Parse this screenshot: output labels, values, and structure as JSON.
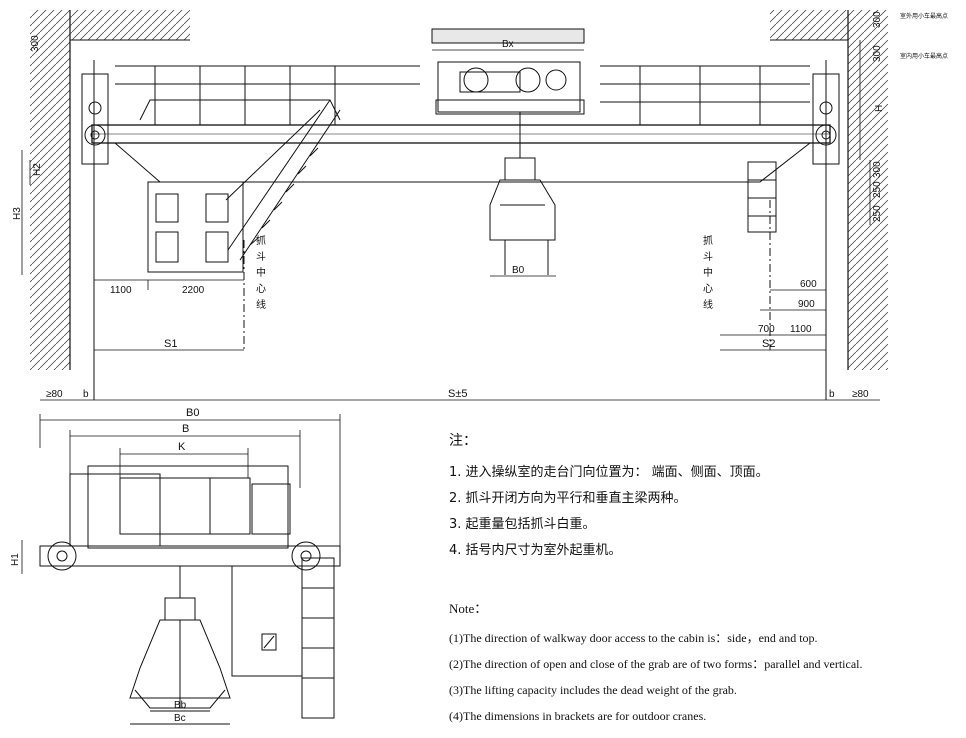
{
  "top_view": {
    "dims": {
      "bx": "Bx",
      "b0": "B0",
      "s1": "S1",
      "s2": "S2",
      "s_total": "S±5",
      "b_left": "b",
      "b_right": "b",
      "gt80_left": "≥80",
      "gt80_right": "≥80",
      "h2": "H2",
      "h3": "H3",
      "h": "H",
      "d1100_left": "1100",
      "d2200": "2200",
      "d700": "700",
      "d1100_right": "1100",
      "d900": "900",
      "d600": "600",
      "d300_top_left": "300",
      "d300_right_a": "300",
      "d300_right_b": "300",
      "d300_right_c": "300",
      "d250_a": "250",
      "d250_b": "250"
    },
    "grab_center_left": [
      "抓",
      "斗",
      "中",
      "心",
      "线"
    ],
    "grab_center_right": [
      "抓",
      "斗",
      "中",
      "心",
      "线"
    ],
    "outdoor_note_a": "室外用小车最高点",
    "outdoor_note_b": "室内用小车最高点"
  },
  "side_view": {
    "dims": {
      "b0": "B0",
      "b": "B",
      "k": "K",
      "h1": "H1",
      "bb": "Bb",
      "bc": "Bc"
    }
  },
  "notes": {
    "cn_heading": "注：",
    "cn_items": [
      "1.  进入操纵室的走台门向位置为：  端面、侧面、顶面。",
      "2.  抓斗开闭方向为平行和垂直主梁两种。",
      "3.  起重量包括抓斗白重。",
      "4.  括号内尺寸为室外起重机。"
    ],
    "en_heading": "Note：",
    "en_items": [
      "(1)The direction of walkway door access to the cabin is：side，end and top.",
      "(2)The direction of open and close of the grab are of two forms：parallel and vertical.",
      "(3)The lifting capacity includes the dead weight of the grab.",
      "(4)The dimensions in brackets are for outdoor cranes."
    ]
  }
}
